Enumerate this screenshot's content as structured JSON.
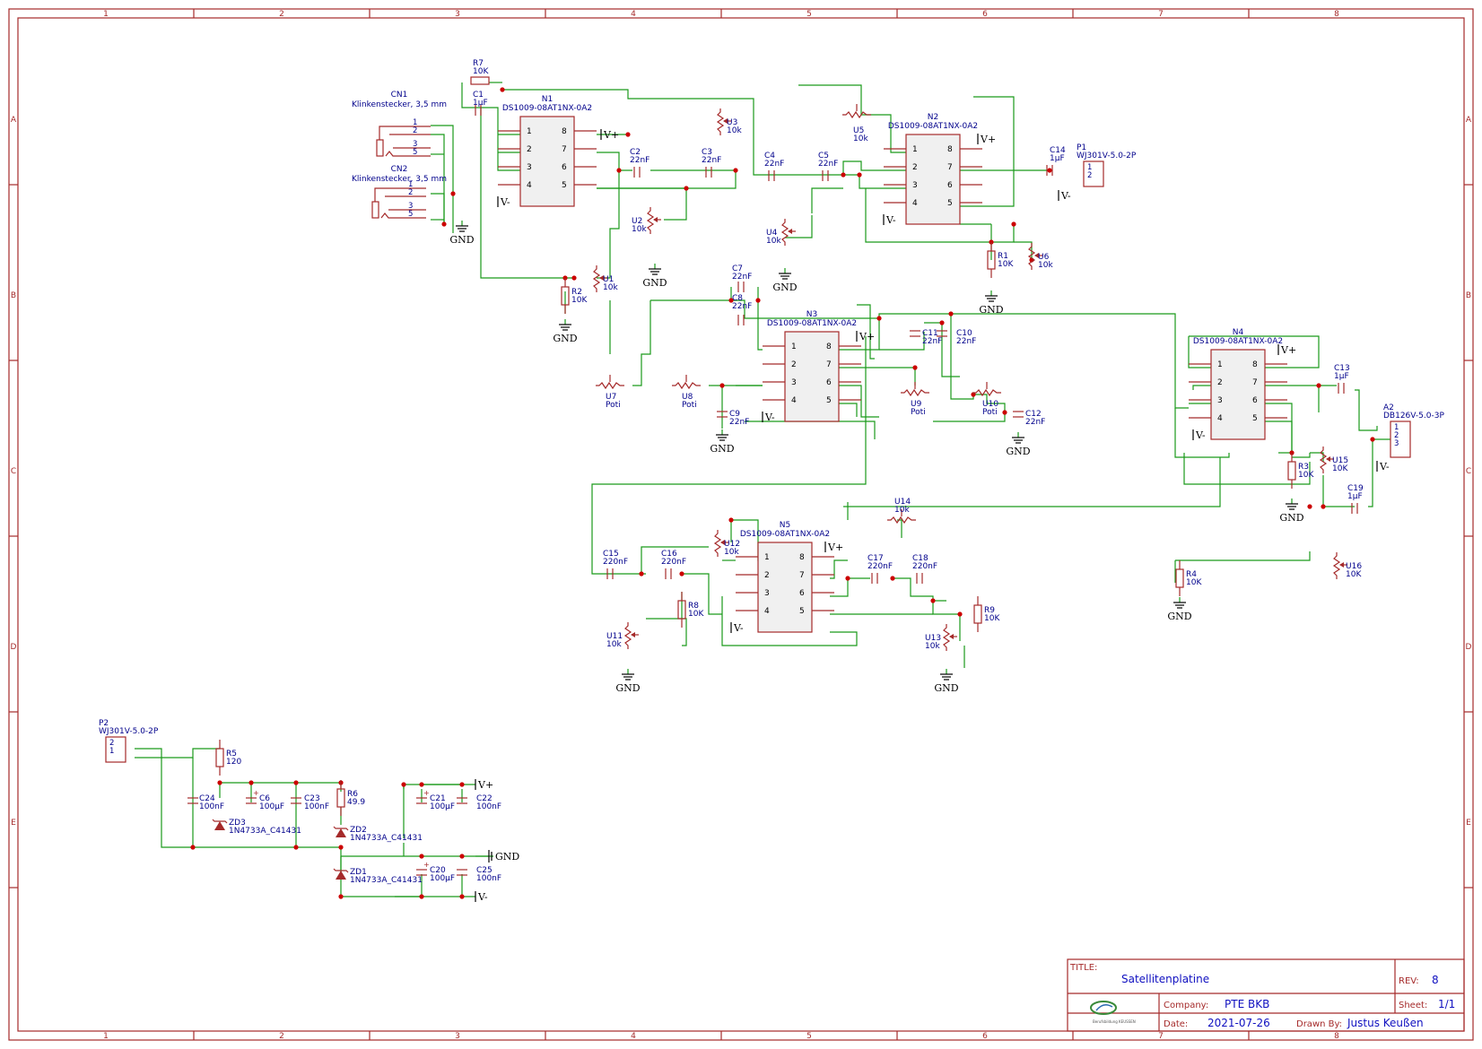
{
  "title_block": {
    "title_caption": "TITLE:",
    "title": "Satellitenplatine",
    "rev_caption": "REV:",
    "rev": "8",
    "company_caption": "Company:",
    "company": "PTE BKB",
    "sheet_caption": "Sheet:",
    "sheet": "1/1",
    "date_caption": "Date:",
    "date": "2021-07-26",
    "drawn_by_caption": "Drawn By:",
    "drawn_by": "Justus Keußen",
    "logo_text": "Berufsbildung KEUSSEN"
  },
  "columns": [
    "1",
    "2",
    "3",
    "4",
    "5",
    "6",
    "7",
    "8"
  ],
  "rows": [
    "A",
    "B",
    "C",
    "D",
    "E"
  ],
  "power": {
    "vplus": "V+",
    "vminus": "V-",
    "gnd": "GND"
  },
  "chip_part": "DS1009-08AT1NX-0A2",
  "chips": {
    "n1": {
      "ref": "N1",
      "pins": [
        "1",
        "2",
        "3",
        "4",
        "8",
        "7",
        "6",
        "5"
      ]
    },
    "n2": {
      "ref": "N2",
      "pins": [
        "1",
        "2",
        "3",
        "4",
        "8",
        "7",
        "6",
        "5"
      ]
    },
    "n3": {
      "ref": "N3",
      "pins": [
        "1",
        "2",
        "3",
        "4",
        "8",
        "7",
        "6",
        "5"
      ]
    },
    "n4": {
      "ref": "N4",
      "pins": [
        "1",
        "2",
        "3",
        "4",
        "8",
        "7",
        "6",
        "5"
      ]
    },
    "n5": {
      "ref": "N5",
      "pins": [
        "1",
        "2",
        "3",
        "4",
        "8",
        "7",
        "6",
        "5"
      ]
    }
  },
  "connectors": {
    "cn1": {
      "ref": "CN1",
      "value": "Klinkenstecker, 3,5 mm",
      "pins": [
        "1",
        "2",
        "3",
        "5"
      ]
    },
    "cn2": {
      "ref": "CN2",
      "value": "Klinkenstecker, 3,5 mm",
      "pins": [
        "1",
        "2",
        "3",
        "5"
      ]
    },
    "p1": {
      "ref": "P1",
      "value": "WJ301V-5.0-2P",
      "pins": [
        "1",
        "2"
      ]
    },
    "p2": {
      "ref": "P2",
      "value": "WJ301V-5.0-2P",
      "pins": [
        "2",
        "1"
      ]
    },
    "a2": {
      "ref": "A2",
      "value": "DB126V-5.0-3P",
      "pins": [
        "1",
        "2",
        "3"
      ]
    }
  },
  "resistors": {
    "r1": {
      "ref": "R1",
      "value": "10K"
    },
    "r2": {
      "ref": "R2",
      "value": "10K"
    },
    "r3": {
      "ref": "R3",
      "value": "10K"
    },
    "r4": {
      "ref": "R4",
      "value": "10K"
    },
    "r5": {
      "ref": "R5",
      "value": "120"
    },
    "r6": {
      "ref": "R6",
      "value": "49.9"
    },
    "r7": {
      "ref": "R7",
      "value": "10K"
    },
    "r8": {
      "ref": "R8",
      "value": "10K"
    },
    "r9": {
      "ref": "R9",
      "value": "10K"
    }
  },
  "pots": {
    "u1": {
      "ref": "U1",
      "value": "10k"
    },
    "u2": {
      "ref": "U2",
      "value": "10k"
    },
    "u3": {
      "ref": "U3",
      "value": "10k"
    },
    "u4": {
      "ref": "U4",
      "value": "10k"
    },
    "u5": {
      "ref": "U5",
      "value": "10k"
    },
    "u6": {
      "ref": "U6",
      "value": "10k"
    },
    "u7": {
      "ref": "U7",
      "value": "Poti"
    },
    "u8": {
      "ref": "U8",
      "value": "Poti"
    },
    "u9": {
      "ref": "U9",
      "value": "Poti"
    },
    "u10": {
      "ref": "U10",
      "value": "Poti"
    },
    "u11": {
      "ref": "U11",
      "value": "10k"
    },
    "u12": {
      "ref": "U12",
      "value": "10k"
    },
    "u13": {
      "ref": "U13",
      "value": "10k"
    },
    "u14": {
      "ref": "U14",
      "value": "10k"
    },
    "u15": {
      "ref": "U15",
      "value": "10K"
    },
    "u16": {
      "ref": "U16",
      "value": "10K"
    }
  },
  "capacitors": {
    "c1": {
      "ref": "C1",
      "value": "1µF"
    },
    "c2": {
      "ref": "C2",
      "value": "22nF"
    },
    "c3": {
      "ref": "C3",
      "value": "22nF"
    },
    "c4": {
      "ref": "C4",
      "value": "22nF"
    },
    "c5": {
      "ref": "C5",
      "value": "22nF"
    },
    "c6": {
      "ref": "C6",
      "value": "100µF"
    },
    "c7": {
      "ref": "C7",
      "value": "22nF"
    },
    "c8": {
      "ref": "C8",
      "value": "22nF"
    },
    "c9": {
      "ref": "C9",
      "value": "22nF"
    },
    "c10": {
      "ref": "C10",
      "value": "22nF"
    },
    "c11": {
      "ref": "C11",
      "value": "22nF"
    },
    "c12": {
      "ref": "C12",
      "value": "22nF"
    },
    "c13": {
      "ref": "C13",
      "value": "1µF"
    },
    "c14": {
      "ref": "C14",
      "value": "1µF"
    },
    "c15": {
      "ref": "C15",
      "value": "220nF"
    },
    "c16": {
      "ref": "C16",
      "value": "220nF"
    },
    "c17": {
      "ref": "C17",
      "value": "220nF"
    },
    "c18": {
      "ref": "C18",
      "value": "220nF"
    },
    "c19": {
      "ref": "C19",
      "value": "1µF"
    },
    "c20": {
      "ref": "C20",
      "value": "100µF"
    },
    "c21": {
      "ref": "C21",
      "value": "100µF"
    },
    "c22": {
      "ref": "C22",
      "value": "100nF"
    },
    "c23": {
      "ref": "C23",
      "value": "100nF"
    },
    "c24": {
      "ref": "C24",
      "value": "100nF"
    },
    "c25": {
      "ref": "C25",
      "value": "100nF"
    }
  },
  "zeners": {
    "zd1": {
      "ref": "ZD1",
      "value": "1N4733A_C41431"
    },
    "zd2": {
      "ref": "ZD2",
      "value": "1N4733A_C41431"
    },
    "zd3": {
      "ref": "ZD3",
      "value": "1N4733A_C41431"
    }
  }
}
